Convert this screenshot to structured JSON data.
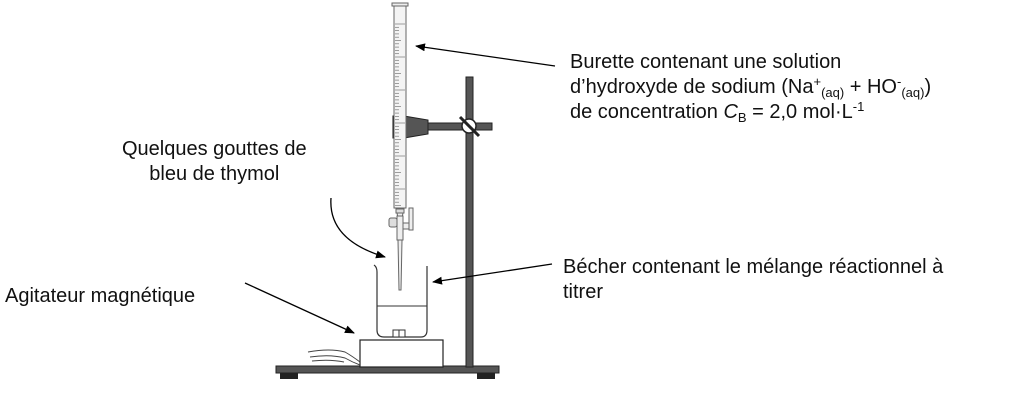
{
  "labels": {
    "burette": {
      "line1": "Burette contenant une solution",
      "line2_prefix": "d’hydroxyde de sodium (Na",
      "na_charge": "+",
      "aq1": "(aq)",
      "plus": " + HO",
      "ho_charge": "-",
      "aq2": "(aq)",
      "close": ")",
      "line3_prefix": "de concentration ",
      "c_symbol": "C",
      "c_sub": "B",
      "value": " = 2,0 mol·L",
      "unit_exp": "-1"
    },
    "indicator": {
      "line1": "Quelques gouttes de",
      "line2": "bleu de thymol"
    },
    "stirrer": "Agitateur magnétique",
    "beaker": {
      "line1": "Bécher contenant le mélange réactionnel à",
      "line2": "titrer"
    }
  }
}
